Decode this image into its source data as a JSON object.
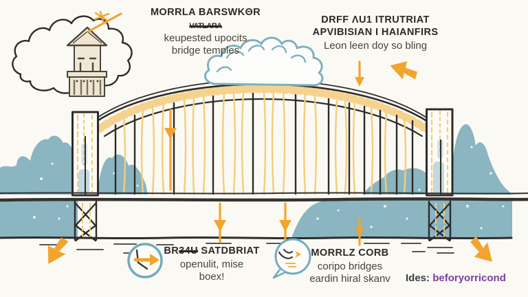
{
  "palette": {
    "background": "#fbf9f3",
    "ink": "#2e2b28",
    "arrow_orange": "#f2a42e",
    "hatch_yellow": "#f3cd7d",
    "water_teal": "#8ab5c1",
    "cloud_blue": "#7fafbf",
    "badge_teal": "#72aabf",
    "temple_beige": "#efe6d2",
    "accent_purple": "#7b3fa0"
  },
  "annotations": {
    "top_left": {
      "title": "MORRLA BARSWKΘR",
      "scribble": "VATLARA",
      "line1": "keupested upocits",
      "line2": "bridge temples"
    },
    "top_right": {
      "title1": "DRFF ΛU1 ITRUTRIAT",
      "title2": "APVIBISIAN I HAIANFIRS",
      "line1": "Leon leen doy so bling"
    },
    "bottom_left": {
      "title_a": "BR",
      "title_struck": "34U",
      "title_b": " SATDBRIAT",
      "line1": "openulit, mise",
      "line2": "boex!"
    },
    "bottom_middle": {
      "title": "MORRLZ CORB",
      "line1": "coripo bridges",
      "line2": "eardin hiral skanv"
    },
    "bottom_right": {
      "label": "Ides:",
      "value": "beforyorricond"
    }
  },
  "icons": {
    "cloud_temple": "cloud-temple-icon",
    "lightning": "lightning-bolt-icon",
    "center_cloud": "cloud-icon",
    "thin_down_arrows": "down-arrow-icon",
    "corner_arrows": "chunky-arrow-icon",
    "scribble_arrow": "scribble-arrow-icon",
    "forward_badge": "forward-arrow-circle-icon",
    "speech_badge": "speech-bubble-circle-icon"
  }
}
